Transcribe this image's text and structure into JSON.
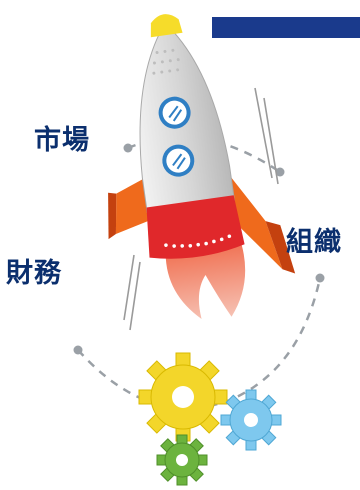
{
  "labels": {
    "market": "市場",
    "organization": "組織",
    "finance": "財務"
  },
  "colors": {
    "label_text": "#0b2f6e",
    "banner": "#1a3a8c",
    "rocket_body": "#d9d9d9",
    "rocket_tip": "#f6dc2a",
    "rocket_band": "#e0282b",
    "rocket_fin": "#ef6a1c",
    "rocket_flame": "#f39c86",
    "window_ring": "#2f7fc4",
    "dash_orbit": "#9aa0a6",
    "gear_yellow": "#f3d62a",
    "gear_blue": "#7ec8ee",
    "gear_green": "#6cb33e"
  },
  "icons": [
    "rocket-icon",
    "gear-icon",
    "gear-icon",
    "gear-icon"
  ]
}
